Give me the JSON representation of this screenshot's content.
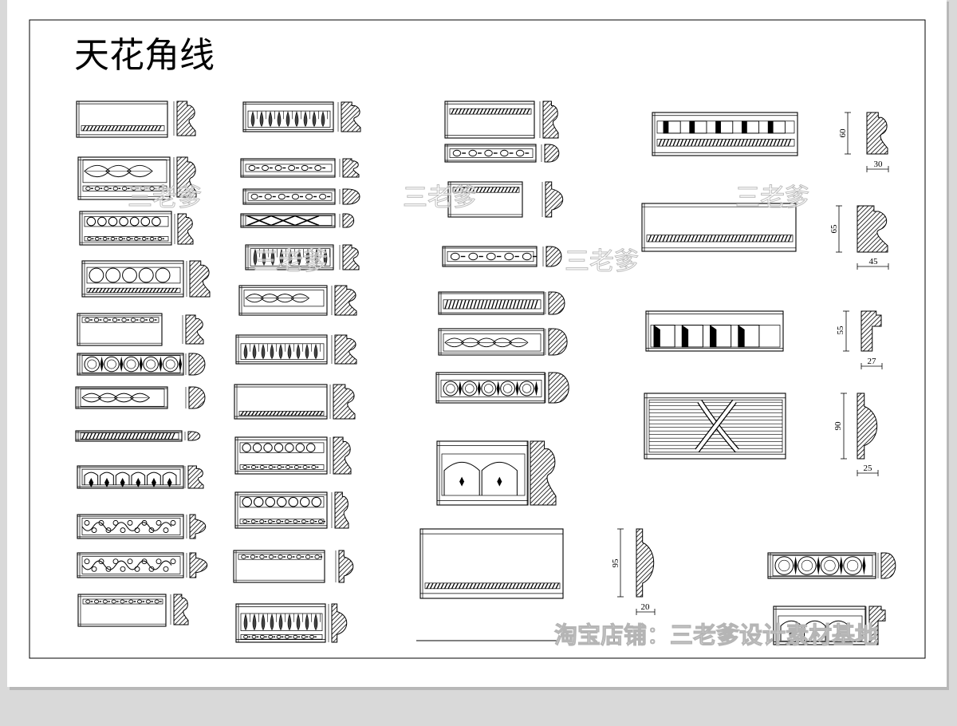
{
  "title": "天花角线",
  "watermark": {
    "mark": "三老爹",
    "shop": "淘宝店铺：三老爹设计素材基地"
  },
  "profiles": [
    {
      "height": "60",
      "width": "30"
    },
    {
      "height": "65",
      "width": "45"
    },
    {
      "height": "55",
      "width": "27"
    },
    {
      "height": "90",
      "width": "25"
    },
    {
      "height": "95",
      "width": "20"
    }
  ],
  "colors": {
    "line": "#000000",
    "paper": "#ffffff",
    "background": "#d9d9d9",
    "watermark": "#bdbdbd"
  }
}
